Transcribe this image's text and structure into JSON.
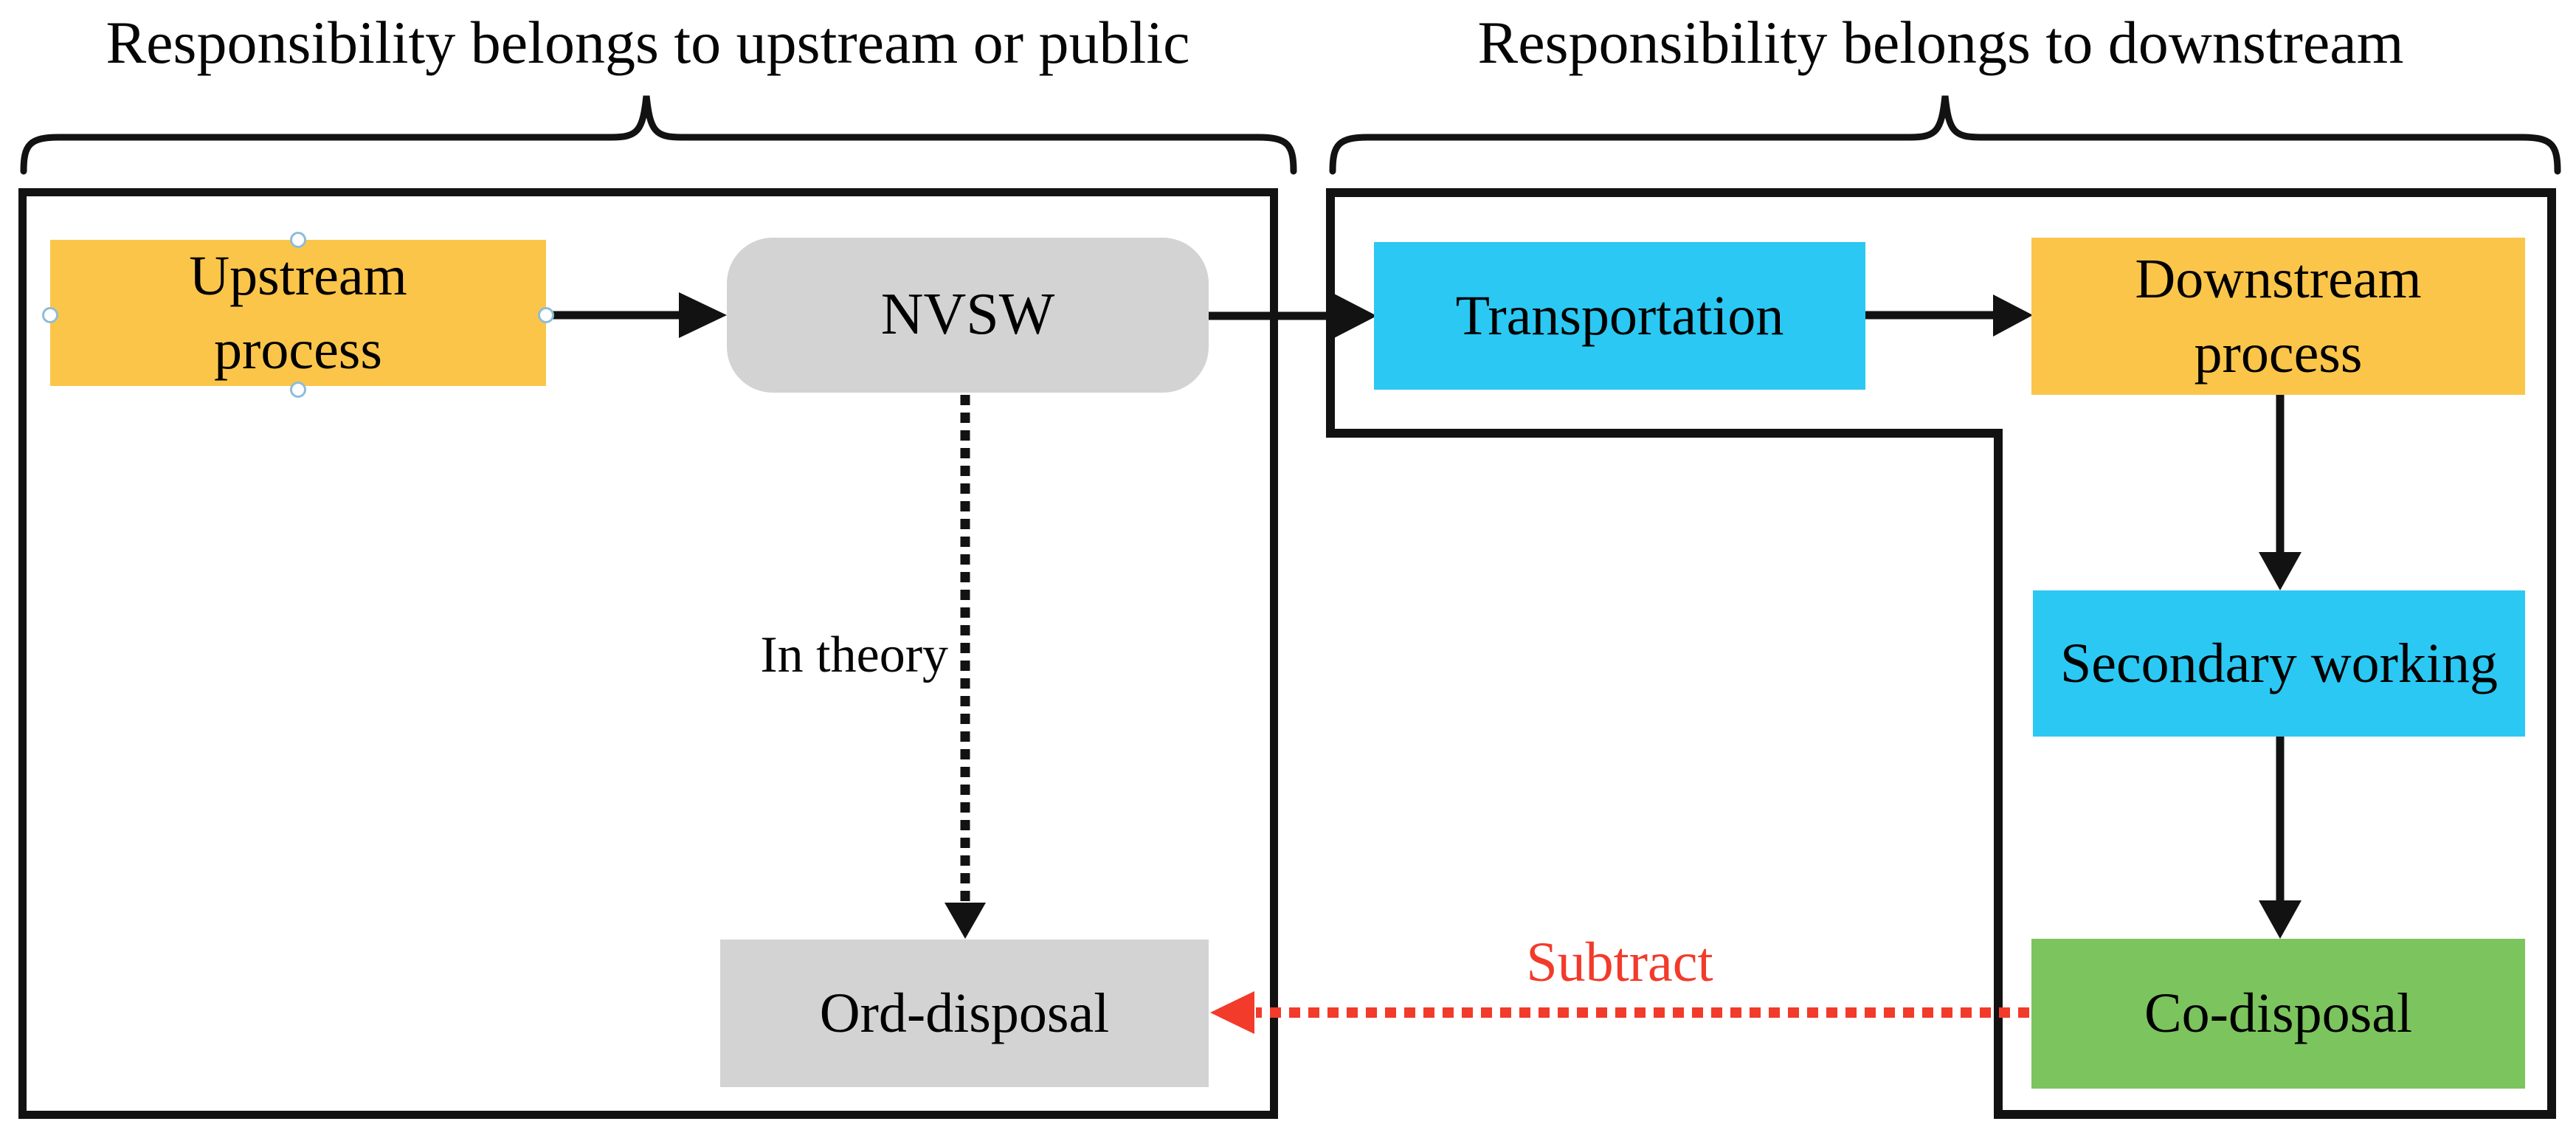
{
  "titles": {
    "left": "Responsibility belongs to upstream or public",
    "right": "Responsibility belongs to downstream"
  },
  "nodes": {
    "upstream": {
      "line1": "Upstream",
      "line2": "process",
      "color": "#FBC54A",
      "selected": true
    },
    "nvsw": {
      "label": "NVSW",
      "color": "#D3D3D3"
    },
    "transportation": {
      "label": "Transportation",
      "color": "#2BC8F3"
    },
    "downstream": {
      "line1": "Downstream",
      "line2": "process",
      "color": "#FBC54A"
    },
    "secondary": {
      "label": "Secondary working",
      "color": "#2BC8F3"
    },
    "co_disposal": {
      "label": "Co-disposal",
      "color": "#7CC45E"
    },
    "ord_disposal": {
      "label": "Ord-disposal",
      "color": "#D3D3D3"
    }
  },
  "edge_labels": {
    "in_theory": "In theory",
    "subtract": "Subtract"
  },
  "edges": [
    {
      "from": "upstream",
      "to": "nvsw",
      "style": "solid-black"
    },
    {
      "from": "nvsw",
      "to": "transportation",
      "style": "solid-black"
    },
    {
      "from": "transportation",
      "to": "downstream",
      "style": "solid-black"
    },
    {
      "from": "downstream",
      "to": "secondary",
      "style": "solid-black"
    },
    {
      "from": "secondary",
      "to": "co_disposal",
      "style": "solid-black"
    },
    {
      "from": "nvsw",
      "to": "ord_disposal",
      "style": "dotted-black",
      "label": "In theory"
    },
    {
      "from": "co_disposal",
      "to": "ord_disposal",
      "style": "dotted-red",
      "label": "Subtract"
    }
  ],
  "colors": {
    "orange": "#FBC54A",
    "cyan": "#2BC8F3",
    "gray": "#D3D3D3",
    "green": "#7CC45E",
    "red": "#F23B2B",
    "line": "#121212",
    "selection_handle": "#8FBCD9"
  }
}
